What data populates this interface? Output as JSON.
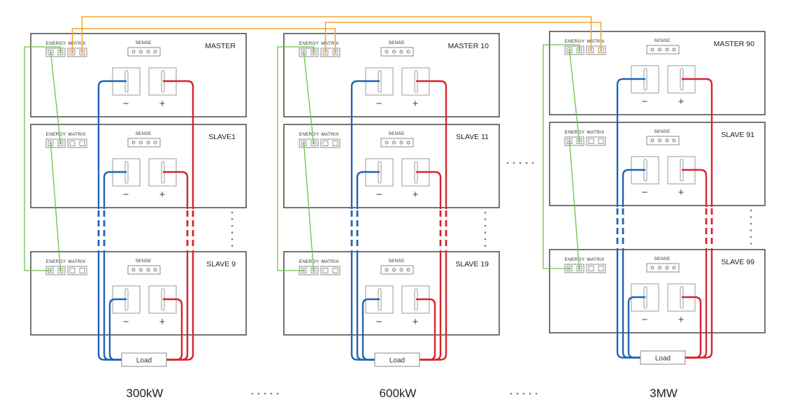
{
  "title": "Parallel master/slave power unit wiring",
  "colors": {
    "dc_negative": "#1e63b5",
    "dc_positive": "#d7232c",
    "energy_bus": "#6cc24a",
    "matrix_bus": "#f0a830"
  },
  "port_labels": {
    "energy": "ENERGY",
    "matrix": "MATRIX",
    "sense": "SENSE",
    "negative": "−",
    "positive": "+"
  },
  "systems": [
    {
      "power": "300kW",
      "load": "Load",
      "units": [
        {
          "role": "master",
          "label": "MASTER"
        },
        {
          "role": "slave",
          "label": "SLAVE1"
        },
        {
          "role": "slave",
          "label": "SLAVE 9"
        }
      ]
    },
    {
      "power": "600kW",
      "load": "Load",
      "units": [
        {
          "role": "master",
          "label": "MASTER 10"
        },
        {
          "role": "slave",
          "label": "SLAVE 11"
        },
        {
          "role": "slave",
          "label": "SLAVE 19"
        }
      ]
    },
    {
      "power": "3MW",
      "load": "Load",
      "units": [
        {
          "role": "master",
          "label": "MASTER 90"
        },
        {
          "role": "slave",
          "label": "SLAVE 91"
        },
        {
          "role": "slave",
          "label": "SLAVE 99"
        }
      ]
    }
  ],
  "separators": {
    "between_systems": "- - - - -"
  }
}
